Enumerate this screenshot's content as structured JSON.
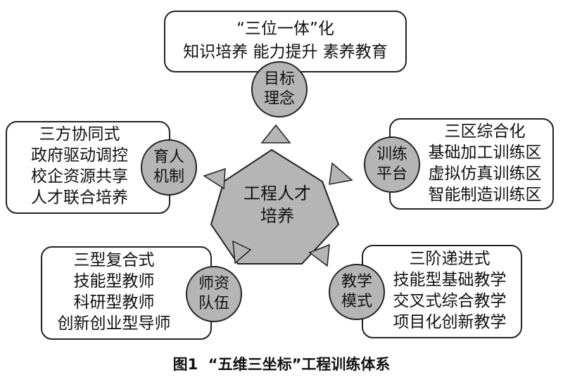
{
  "center": {
    "line1": "工程人才",
    "line2": "培养"
  },
  "top": {
    "circle": [
      "目标",
      "理念"
    ],
    "lines": [
      "“三位一体”化",
      "知识培养  能力提升  素养教育"
    ]
  },
  "left": {
    "circle": [
      "育人",
      "机制"
    ],
    "lines": [
      "三方协同式",
      "政府驱动调控",
      "校企资源共享",
      "人才联合培养"
    ]
  },
  "right": {
    "circle": [
      "训练",
      "平台"
    ],
    "lines": [
      "三区综合化",
      "基础加工训练区",
      "虚拟仿真训练区",
      "智能制造训练区"
    ]
  },
  "bottom_left": {
    "circle": [
      "师资",
      "队伍"
    ],
    "lines": [
      "三型复合式",
      "技能型教师",
      "科研型教师",
      "创新创业型导师"
    ]
  },
  "bottom_right": {
    "circle": [
      "教学",
      "模式"
    ],
    "lines": [
      "三阶递进式",
      "技能型基础教学",
      "交叉式综合教学",
      "项目化创新教学"
    ]
  },
  "caption": "图1  “五维三坐标”工程训练体系"
}
